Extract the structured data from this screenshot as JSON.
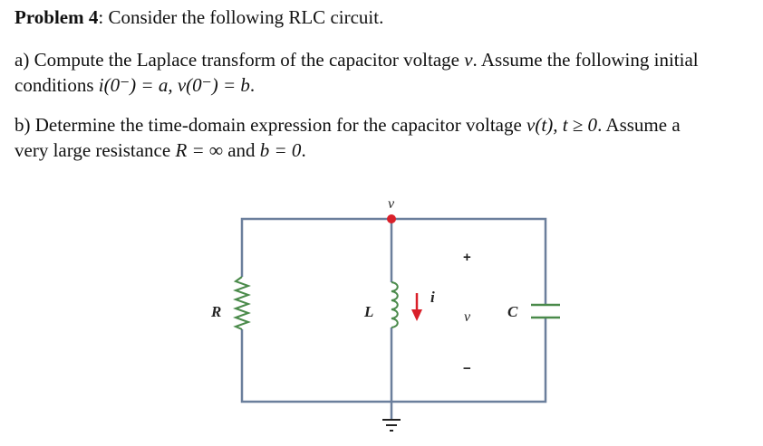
{
  "problem": {
    "label": "Problem 4",
    "colon": ":",
    "intro": " Consider the following RLC circuit."
  },
  "part_a": {
    "line1_prefix": "a) Compute the Laplace transform of the capacitor voltage ",
    "line1_var": "v",
    "line1_suffix": ". Assume the following initial",
    "line2_prefix": "conditions ",
    "line2_math": "i(0⁻) = a,  v(0⁻) = b",
    "line2_suffix": "."
  },
  "part_b": {
    "line1_prefix": "b) Determine the time-domain expression for the capacitor voltage ",
    "line1_math": "v(t), t ≥ 0",
    "line1_suffix": ". Assume a",
    "line2_prefix": "very large resistance ",
    "line2_math_r": "R = ∞",
    "line2_mid": " and ",
    "line2_math_b": "b = 0",
    "line2_suffix": "."
  },
  "circuit": {
    "node_label": "v",
    "resistor_label": "R",
    "inductor_label": "L",
    "current_label": "i",
    "cap_voltage_label": "v",
    "plus_sign": "+",
    "minus_sign": "−",
    "capacitor_label": "C",
    "colors": {
      "wire": "#6b7f9c",
      "node": "#d9202a",
      "arrow": "#d9202a"
    }
  }
}
